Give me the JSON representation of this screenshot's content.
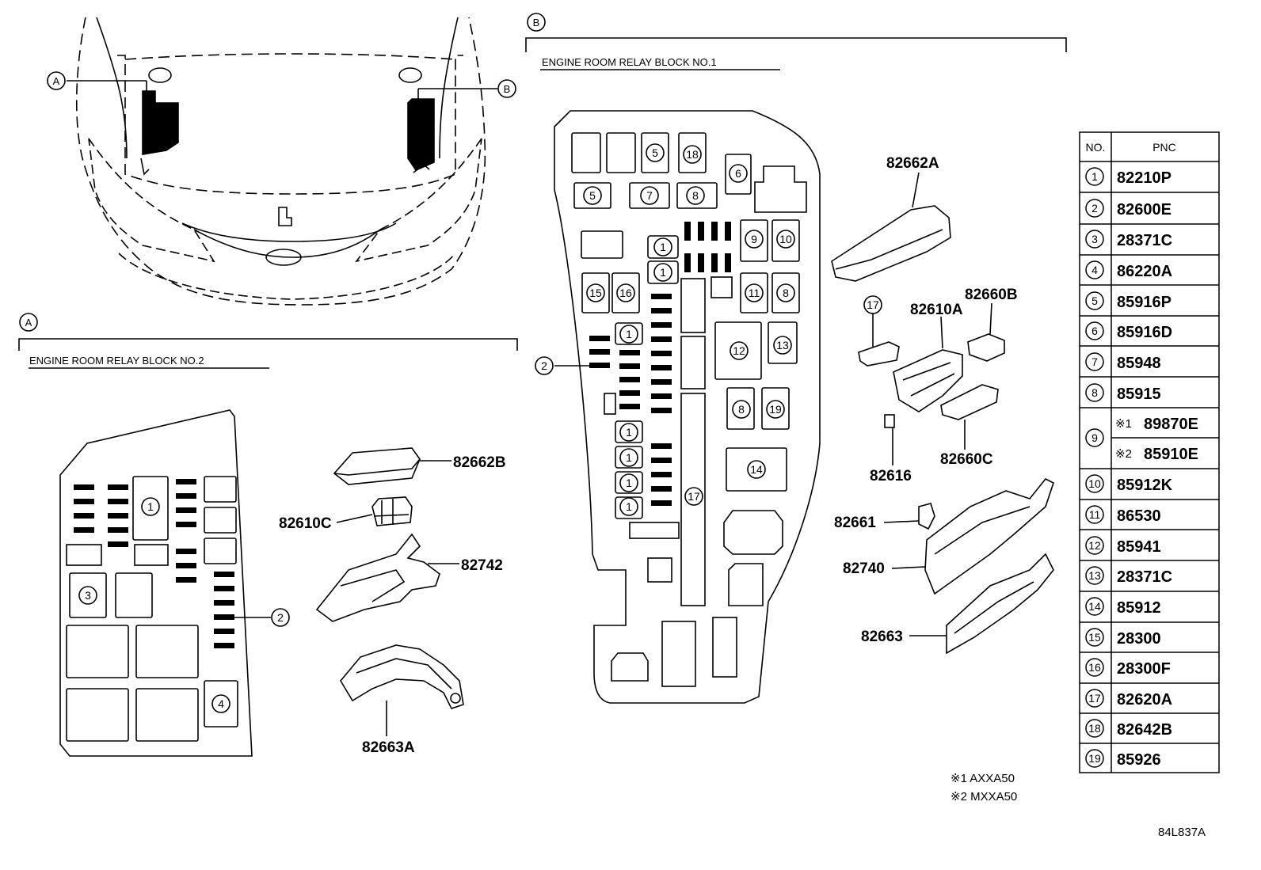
{
  "callouts": {
    "a": "A",
    "b": "B"
  },
  "block_a": {
    "title": "ENGINE ROOM RELAY BLOCK NO.2"
  },
  "block_b": {
    "title": "ENGINE ROOM RELAY BLOCK NO.1"
  },
  "part_labels": {
    "p82662b": "82662B",
    "p82610c": "82610C",
    "p82742": "82742",
    "p82663a": "82663A",
    "p82662a": "82662A",
    "p82610a": "82610A",
    "p82660b": "82660B",
    "p82660c": "82660C",
    "p82616": "82616",
    "p82661": "82661",
    "p82740": "82740",
    "p82663": "82663"
  },
  "block_a_circles": {
    "c1": "1",
    "c2": "2",
    "c3": "3",
    "c4": "4"
  },
  "block_b_circles": {
    "c5a": "5",
    "c18": "18",
    "c6": "6",
    "c5b": "5",
    "c7": "7",
    "c8a": "8",
    "c1a": "1",
    "c1b": "1",
    "c9": "9",
    "c10": "10",
    "c15": "15",
    "c16": "16",
    "c11": "11",
    "c8b": "8",
    "c2": "2",
    "c1c": "1",
    "c12": "12",
    "c13": "13",
    "c8c": "8",
    "c19": "19",
    "c1d": "1",
    "c1e": "1",
    "c14": "14",
    "c1f": "1",
    "c1g": "1",
    "c17a": "17",
    "c17b": "17"
  },
  "parts_table": {
    "header_no": "NO.",
    "header_pnc": "PNC",
    "rows": [
      {
        "no": "1",
        "pnc": "82210P"
      },
      {
        "no": "2",
        "pnc": "82600E"
      },
      {
        "no": "3",
        "pnc": "28371C"
      },
      {
        "no": "4",
        "pnc": "86220A"
      },
      {
        "no": "5",
        "pnc": "85916P"
      },
      {
        "no": "6",
        "pnc": "85916D"
      },
      {
        "no": "7",
        "pnc": "85948"
      },
      {
        "no": "8",
        "pnc": "85915"
      },
      {
        "no": "9",
        "sub": [
          {
            "mark": "※1",
            "pnc": "89870E"
          },
          {
            "mark": "※2",
            "pnc": "85910E"
          }
        ]
      },
      {
        "no": "10",
        "pnc": "85912K"
      },
      {
        "no": "11",
        "pnc": "86530"
      },
      {
        "no": "12",
        "pnc": "85941"
      },
      {
        "no": "13",
        "pnc": "28371C"
      },
      {
        "no": "14",
        "pnc": "85912"
      },
      {
        "no": "15",
        "pnc": "28300"
      },
      {
        "no": "16",
        "pnc": "28300F"
      },
      {
        "no": "17",
        "pnc": "82620A"
      },
      {
        "no": "18",
        "pnc": "82642B"
      },
      {
        "no": "19",
        "pnc": "85926"
      }
    ]
  },
  "notes": {
    "n1": "※1 AXXA50",
    "n2": "※2 MXXA50"
  },
  "figure_code": "84L837A"
}
